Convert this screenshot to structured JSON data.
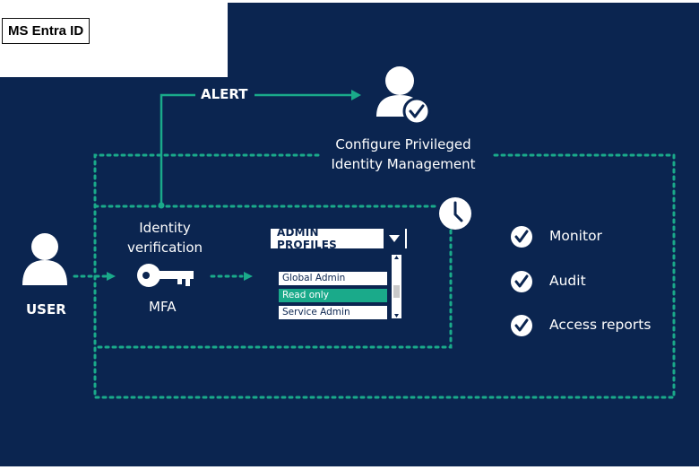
{
  "brand": {
    "label": "MS Entra ID"
  },
  "flow": {
    "alert_label": "ALERT",
    "user_label": "USER",
    "identity_verification": "Identity verification",
    "mfa_label": "MFA",
    "pim_label_line1": "Configure Privileged",
    "pim_label_line2": "Identity Management"
  },
  "admin_profiles": {
    "title": "ADMIN PROFILES",
    "options": [
      "Global Admin",
      "Read only",
      "Service Admin"
    ],
    "selected": "Read only"
  },
  "capabilities": [
    "Monitor",
    "Audit",
    "Access reports"
  ],
  "colors": {
    "background": "#0b2550",
    "accent": "#1aaa8a",
    "text": "#ffffff"
  },
  "icons": [
    "user-icon",
    "user-check-icon",
    "key-icon",
    "clock-icon",
    "check-circle-icon",
    "dropdown-arrow-icon"
  ]
}
